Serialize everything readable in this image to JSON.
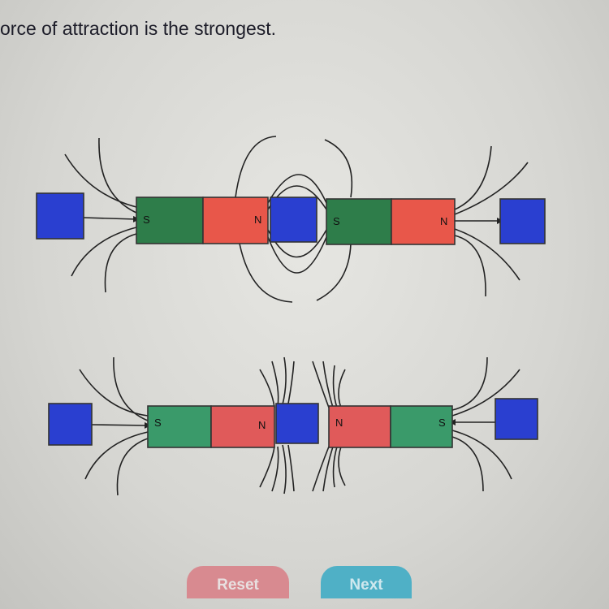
{
  "prompt": "orce of attraction is the strongest.",
  "diagram1": {
    "labels": {
      "magnet1_left": "S",
      "magnet1_right": "N",
      "magnet2_left": "S",
      "magnet2_right": "N"
    }
  },
  "diagram2": {
    "labels": {
      "magnet1_left": "S",
      "magnet1_right": "N",
      "magnet2_left": "N",
      "magnet2_right": "S"
    }
  },
  "buttons": {
    "reset": "Reset",
    "next": "Next"
  },
  "colors": {
    "south": "#2e7d4a",
    "north": "#e8574a",
    "block": "#2a3fd0"
  }
}
